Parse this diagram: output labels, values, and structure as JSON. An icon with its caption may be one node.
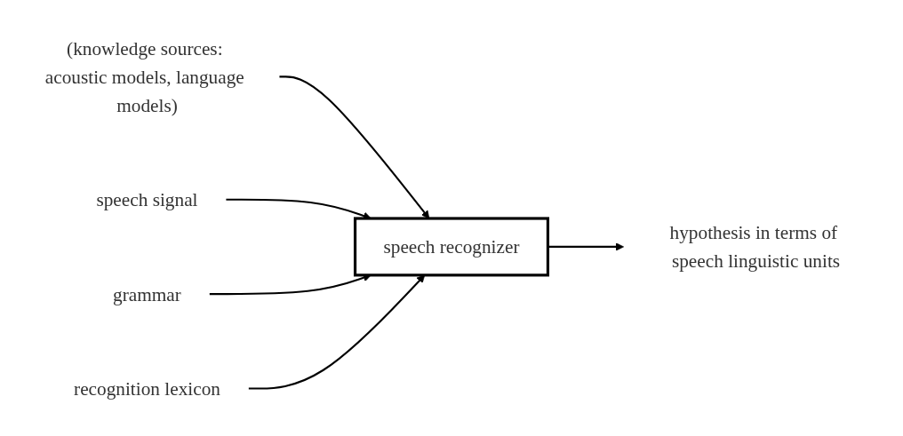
{
  "diagram": {
    "nodes": [
      {
        "text": [
          "(knowledge sources: acoustic models, language models)"
        ]
      },
      {
        "text": [
          "speech signal"
        ]
      },
      {
        "text": [
          "speech recognizer"
        ]
      },
      {
        "text": [
          "hypothesis in terms of speech linguistic units"
        ]
      },
      {
        "text": [
          "grammar"
        ]
      },
      {
        "text": [
          "recognition lexicon"
        ]
      }
    ],
    "edges": [
      {
        "from": 0,
        "to": 2,
        "arrow": "to"
      },
      {
        "from": 1,
        "to": 2,
        "arrow": "to"
      },
      {
        "from": 2,
        "to": 3,
        "arrow": "to"
      },
      {
        "from": 4,
        "to": 2,
        "arrow": "to"
      },
      {
        "from": 5,
        "to": 2,
        "arrow": "to"
      }
    ]
  }
}
